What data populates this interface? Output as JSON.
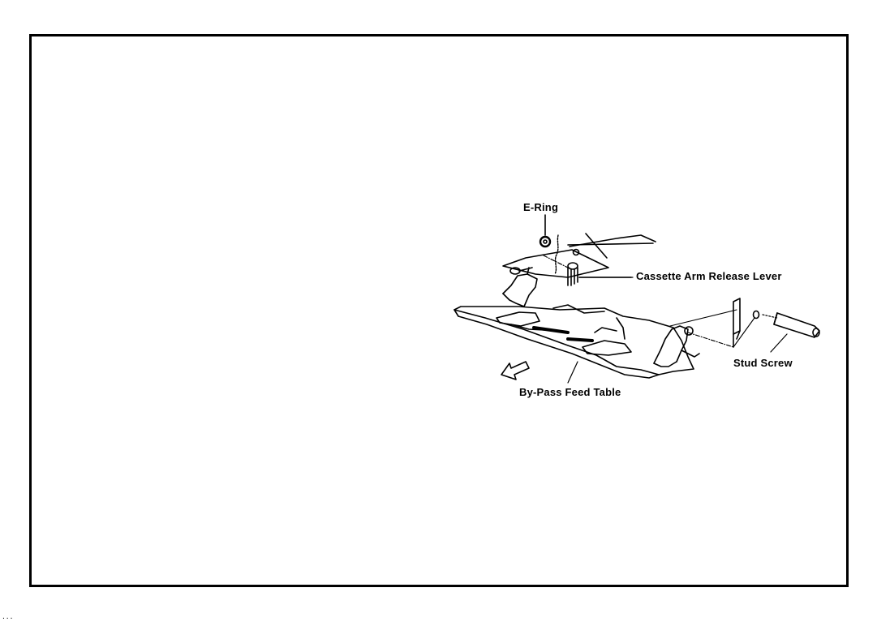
{
  "labels": {
    "e_ring": "E-Ring",
    "cassette_arm_release_lever": "Cassette Arm Release Lever",
    "stud_screw": "Stud Screw",
    "by_pass_feed_table": "By-Pass Feed Table"
  },
  "footer": {
    "mark": "..."
  }
}
